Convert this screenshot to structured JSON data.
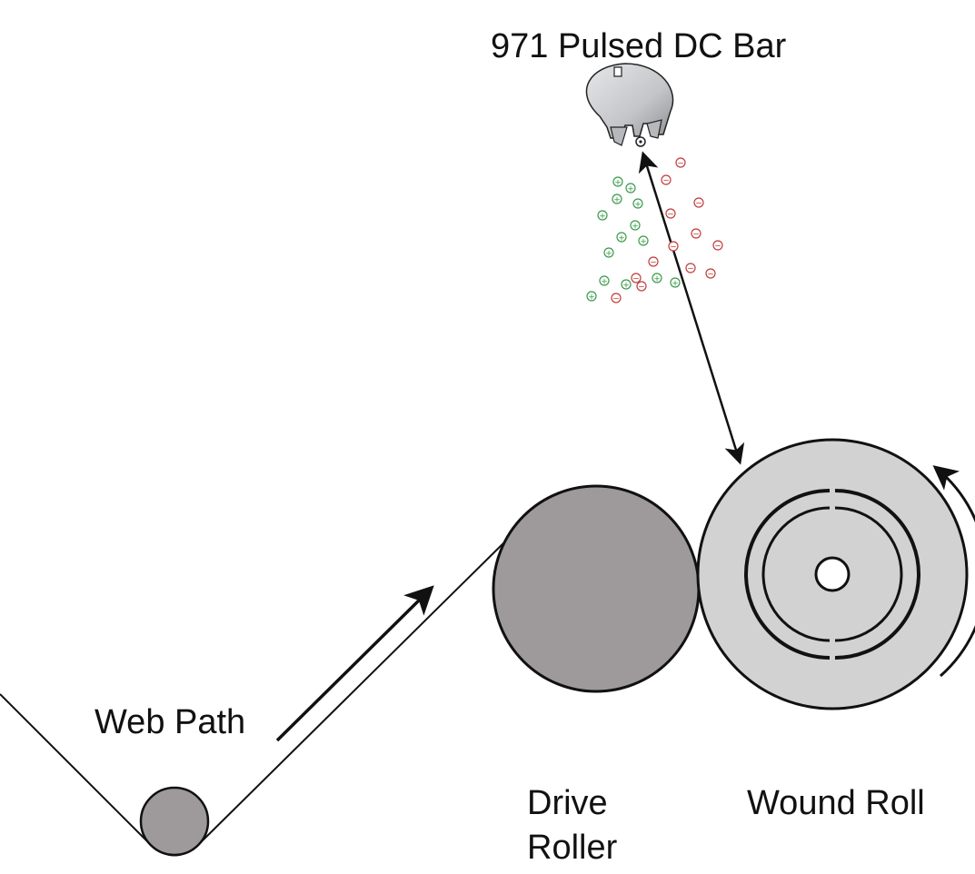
{
  "labels": {
    "title": "971 Pulsed DC Bar",
    "web_path": "Web Path",
    "drive_roller": [
      "Drive",
      "Roller"
    ],
    "wound_roll": "Wound Roll"
  },
  "ions": {
    "positive_symbol": "+",
    "negative_symbol": "−",
    "positive_color": "#3a9a4a",
    "negative_color": "#c23a3a"
  },
  "colors": {
    "drive_roller": "#9e9a9b",
    "idler_roller": "#9e9a9b",
    "wound_roll": "#d2d2d2",
    "bar_body": "#c8c9cb",
    "stroke": "#111111"
  },
  "icons": {
    "static_bar": "pulsed-dc-bar-icon"
  }
}
